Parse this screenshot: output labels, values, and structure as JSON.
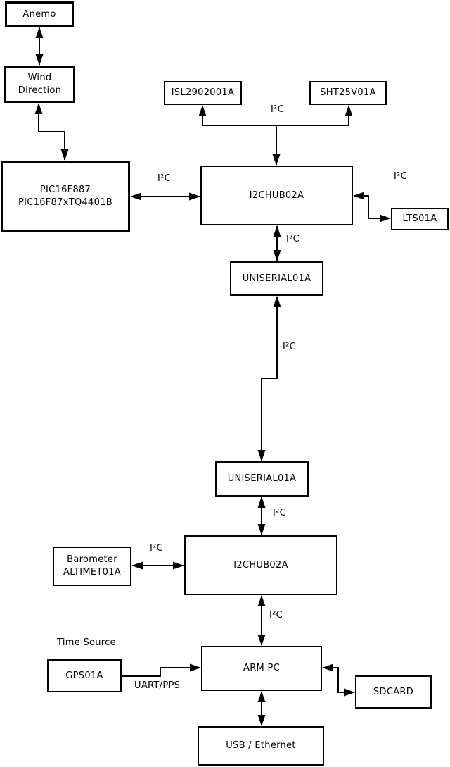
{
  "diagram": {
    "background_color": "#ffffff",
    "line_color": "#000000",
    "nodes": {
      "anemo": {
        "label": "Anemo"
      },
      "wind_direction": {
        "label": "Wind\nDirection"
      },
      "pic": {
        "label": "PIC16F887\nPIC16F87xTQ4401B"
      },
      "isl": {
        "label": "ISL2902001A"
      },
      "sht": {
        "label": "SHT25V01A"
      },
      "i2c_hub_top": {
        "label": "I2CHUB02A"
      },
      "lts": {
        "label": "LTS01A"
      },
      "uniserial_top": {
        "label": "UNISERIAL01A"
      },
      "uniserial_bottom": {
        "label": "UNISERIAL01A"
      },
      "i2c_hub_bottom": {
        "label": "I2CHUB02A"
      },
      "barometer": {
        "label": "Barometer\nALTIMET01A"
      },
      "gps": {
        "label": "GPS01A"
      },
      "arm_pc": {
        "label": "ARM PC"
      },
      "sdcard": {
        "label": "SDCARD"
      },
      "usb_ethernet": {
        "label": "USB / Ethernet"
      }
    },
    "labels": {
      "i2c": "I²C",
      "time_source": "Time Source",
      "uart_pps": "UART/PPS"
    },
    "connections": [
      {
        "from": "Anemo",
        "to": "Wind Direction",
        "bidirectional": true
      },
      {
        "from": "Wind Direction",
        "to": "PIC16F887 PIC16F87xTQ4401B",
        "bidirectional": true
      },
      {
        "from": "PIC16F887 PIC16F87xTQ4401B",
        "to": "I2CHUB02A (top)",
        "label": "I²C",
        "bidirectional": true
      },
      {
        "from": "I2CHUB02A (top)",
        "to": "ISL2902001A",
        "label": "I²C"
      },
      {
        "from": "I2CHUB02A (top)",
        "to": "SHT25V01A",
        "label": "I²C"
      },
      {
        "from": "I2CHUB02A (top)",
        "to": "LTS01A",
        "label": "I²C",
        "bidirectional": true
      },
      {
        "from": "I2CHUB02A (top)",
        "to": "UNISERIAL01A (top)",
        "label": "I²C",
        "bidirectional": true
      },
      {
        "from": "UNISERIAL01A (top)",
        "to": "UNISERIAL01A (bottom)",
        "label": "I²C",
        "bidirectional": true
      },
      {
        "from": "UNISERIAL01A (bottom)",
        "to": "I2CHUB02A (bottom)",
        "label": "I²C",
        "bidirectional": true
      },
      {
        "from": "Barometer ALTIMET01A",
        "to": "I2CHUB02A (bottom)",
        "label": "I²C",
        "bidirectional": true
      },
      {
        "from": "I2CHUB02A (bottom)",
        "to": "ARM PC",
        "label": "I²C",
        "bidirectional": true
      },
      {
        "from": "GPS01A",
        "to": "ARM PC",
        "label": "UART/PPS"
      },
      {
        "from": "ARM PC",
        "to": "SDCARD",
        "bidirectional": true
      },
      {
        "from": "ARM PC",
        "to": "USB / Ethernet",
        "bidirectional": true
      }
    ]
  }
}
